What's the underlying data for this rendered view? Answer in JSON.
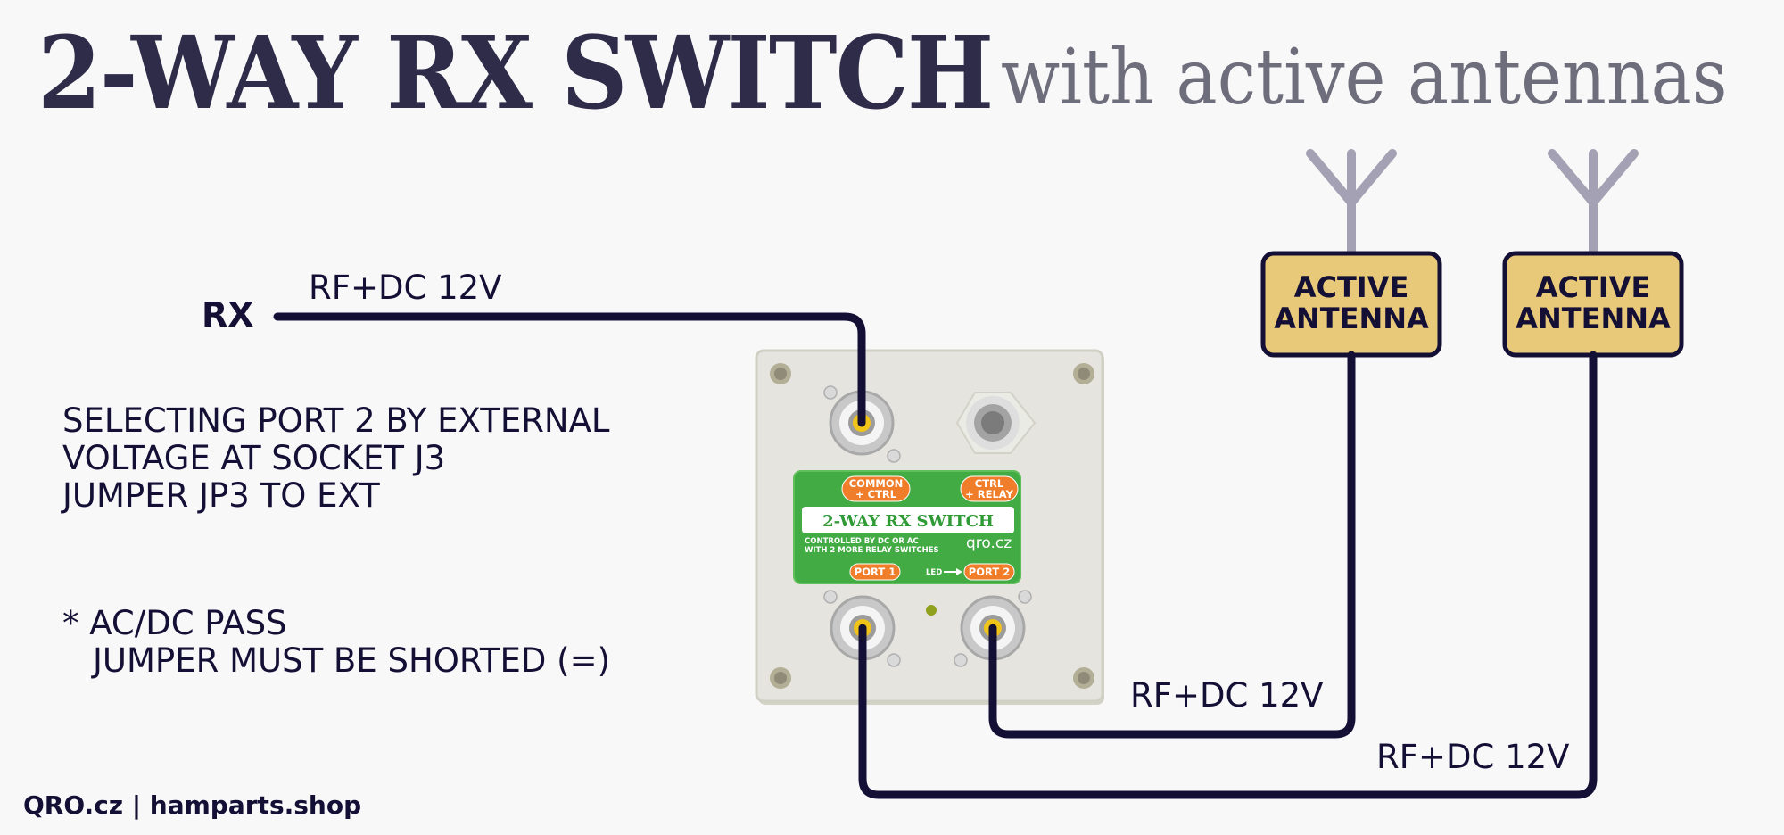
{
  "title": {
    "main": "2-WAY RX SWITCH",
    "sub": "with active antennas"
  },
  "rx": {
    "label": "RX",
    "cable_label": "RF+DC 12V"
  },
  "notes": {
    "selection": [
      "SELECTING PORT 2 BY EXTERNAL",
      "VOLTAGE AT SOCKET J3",
      "JUMPER JP3 TO EXT"
    ],
    "acdc": [
      "* AC/DC PASS",
      "JUMPER MUST BE SHORTED (=)"
    ]
  },
  "device": {
    "label_title": "2-WAY RX SWITCH",
    "tag_common": [
      "COMMON",
      "+ CTRL"
    ],
    "tag_ctrl": [
      "CTRL",
      "+ RELAY"
    ],
    "description": [
      "CONTROLLED BY DC OR AC",
      "WITH 2 MORE RELAY SWITCHES"
    ],
    "brand": "qro.cz",
    "port1": "PORT 1",
    "port2": "PORT 2",
    "led": "LED"
  },
  "antennas": [
    {
      "label": [
        "ACTIVE",
        "ANTENNA"
      ],
      "cable_label": "RF+DC 12V"
    },
    {
      "label": [
        "ACTIVE",
        "ANTENNA"
      ],
      "cable_label": "RF+DC 12V"
    }
  ],
  "footer": "QRO.cz | hamparts.shop",
  "colors": {
    "wire": "#140f35",
    "antenna_box": "#e8c97a",
    "antenna_mast": "#a3a1b3",
    "label_green": "#43ab44",
    "tag_orange": "#f07d2a",
    "connector_center": "#f0c419",
    "enclosure": "#e5e4df"
  }
}
